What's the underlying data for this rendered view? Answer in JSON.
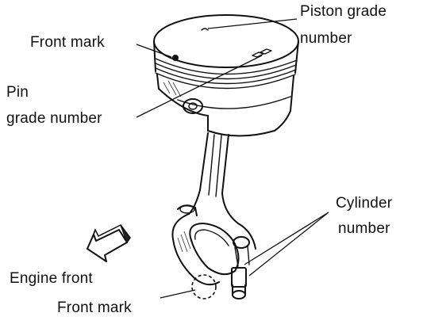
{
  "labels": {
    "piston_grade_line1": "Piston grade",
    "piston_grade_line2": "number",
    "front_mark_top": "Front mark",
    "pin_line1": "Pin",
    "pin_line2": "grade number",
    "cylinder_line1": "Cylinder",
    "cylinder_line2": "number",
    "engine_front": "Engine front",
    "front_mark_bottom": "Front mark"
  },
  "icons": {
    "direction_arrow": "engine-front-arrow-icon"
  }
}
